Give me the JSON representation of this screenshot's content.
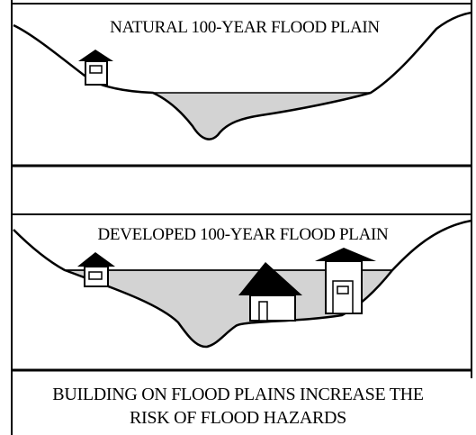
{
  "panels": {
    "natural": {
      "title": "NATURAL 100-YEAR FLOOD PLAIN"
    },
    "developed": {
      "title": "DEVELOPED 100-YEAR FLOOD PLAIN"
    }
  },
  "caption": {
    "line1": "BUILDING ON FLOOD PLAINS INCREASE THE",
    "line2": "RISK OF FLOOD HAZARDS"
  },
  "colors": {
    "water": "#d3d3d3",
    "line": "#000000",
    "background": "#ffffff"
  }
}
